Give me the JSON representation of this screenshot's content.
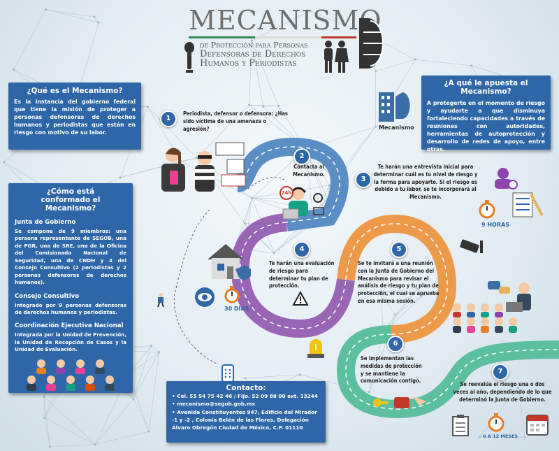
{
  "header": {
    "title": "MECANISMO",
    "subtitle_line1": "de Protección para Personas",
    "subtitle_line2": "Defensoras de Derechos",
    "subtitle_line3": "Humanos y Periodistas"
  },
  "que_es": {
    "title": "¿Qué es el Mecanismo?",
    "body": "Es la instancia del gobierno federal que tiene la misión de proteger a personas defensoras de derechos humanos y periodistas que están en riesgo con motivo de su labor."
  },
  "conformado": {
    "title": "¿Cómo está conformado el Mecanismo?",
    "junta_title": "Junta de Gobierno",
    "junta_body": "Se compone de 9 miembros: una persona representante de SEGOB, una de PGR, una de SRE, una de la Oficina del Comisionado Nacional de Seguridad, una de CNDH y 4 del Consejo Consultivo (2 periodistas y 2 personas defensoras de derechos humanos).",
    "consejo_title": "Consejo Consultivo",
    "consejo_body": "Integrado por 9 personas defensoras de derechos humanos y periodistas.",
    "coord_title": "Coordinación Ejecutiva Nacional",
    "coord_body": "Integrada por la Unidad de Prevención, la Unidad de Recepción de Casos y la Unidad de Evaluación."
  },
  "apuesta": {
    "title": "¿A qué le apuesta el Mecanismo?",
    "body": "A protegerte en el momento de riesgo y ayudarte a que disminuya fortaleciendo capacidades a través de reuniones con autoridades, herramientas de autoprotección y desarrollo de redes de apoyo, entre otras."
  },
  "steps": [
    {
      "n": "1",
      "text": "Periodista, defensor o defensora: ¿Has sido víctima de una amenaza o agresión?"
    },
    {
      "n": "2",
      "text": "Contacta al Mecanismo."
    },
    {
      "n": "3",
      "text": "Te harán una entrevista inicial para determinar cuál es tu nivel de riesgo y la forma para apoyarte. Si el riesgo es debido a tu labor, se te incorporará al Mecanismo."
    },
    {
      "n": "4",
      "text": "Te harán una evaluación de riesgo para determinar tu plan de protección."
    },
    {
      "n": "5",
      "text": "Se te invitará a una reunión con la Junta de Gobierno del Mecanismo para revisar el análisis de riesgo y tu plan de protección, el cual se aprueba en esa misma sesión."
    },
    {
      "n": "6",
      "text": "Se implementan las medidas de protección y se mantiene la comunicación contigo."
    },
    {
      "n": "7",
      "text": "Se reevalúa el riesgo una o dos veces al año, dependiendo de lo que determinó la Junta de Gobierno."
    }
  ],
  "labels": {
    "mecanismo_building": "Mecanismo",
    "horas": "9 HORAS",
    "dias": "30 DÍAS",
    "meses": "6 A 12 MESES",
    "hours_24": "24h"
  },
  "contacto": {
    "title": "Contacto:",
    "items": [
      "Cel. 55 54 75 42 46 / Fijo. 52 09 88 00 ext. 13244",
      "mecanismo@segob.gob.mx",
      "Avenida Constituyentes 947, Edificio del Mirador -1 y -2 , Colonia Belén de las Flores, Delegación Álvaro Obregón Ciudad de México, C.P. 01110"
    ]
  },
  "colors": {
    "blue": "#2f66a8",
    "road_blue": "#5b8ec4",
    "road_purple": "#9966b5",
    "road_orange": "#ee9a4b",
    "road_teal": "#5cbfa0",
    "logo_green": "#2e8b57",
    "logo_red": "#c0392b"
  }
}
